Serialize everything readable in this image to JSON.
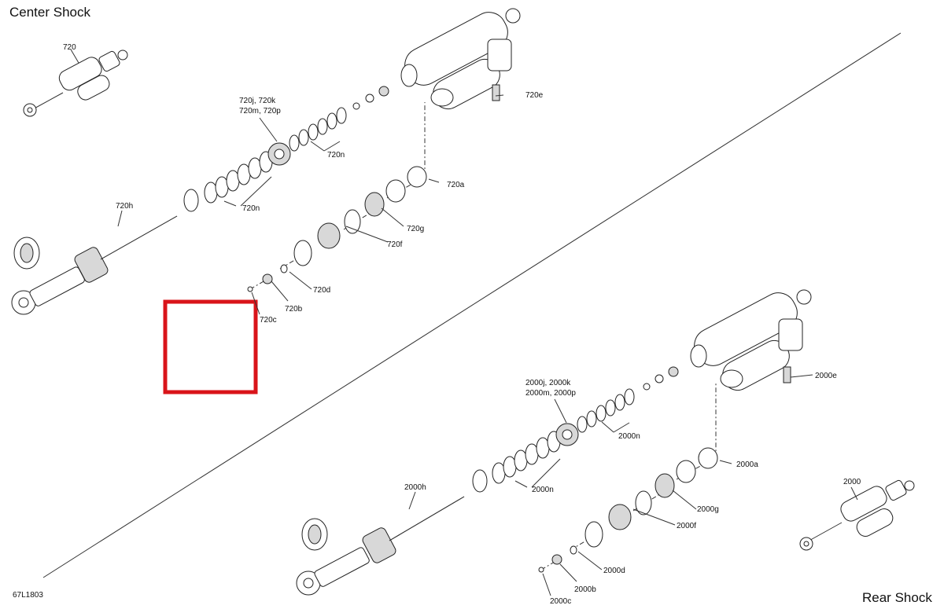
{
  "diagram": {
    "center_title": "Center Shock",
    "rear_title": "Rear Shock",
    "code": "67L1803",
    "center_labels": {
      "assembly": "720",
      "shaft": "720h",
      "spring_lower": "720n",
      "spring_upper": "720n",
      "adjuster_line1": "720j, 720k",
      "adjuster_line2": "720m, 720p",
      "valve": "720e",
      "oring": "720a",
      "piston": "720g",
      "washer": "720f",
      "seal": "720d",
      "nut": "720b",
      "pin": "720c"
    },
    "rear_labels": {
      "assembly": "2000",
      "shaft": "2000h",
      "spring_lower": "2000n",
      "spring_upper": "2000n",
      "adjuster_line1": "2000j, 2000k",
      "adjuster_line2": "2000m, 2000p",
      "valve": "2000e",
      "oring": "2000a",
      "piston": "2000g",
      "washer": "2000f",
      "seal": "2000d",
      "nut": "2000b",
      "pin": "2000c"
    },
    "colors": {
      "highlight": "#d9141a",
      "line": "#333333"
    }
  }
}
